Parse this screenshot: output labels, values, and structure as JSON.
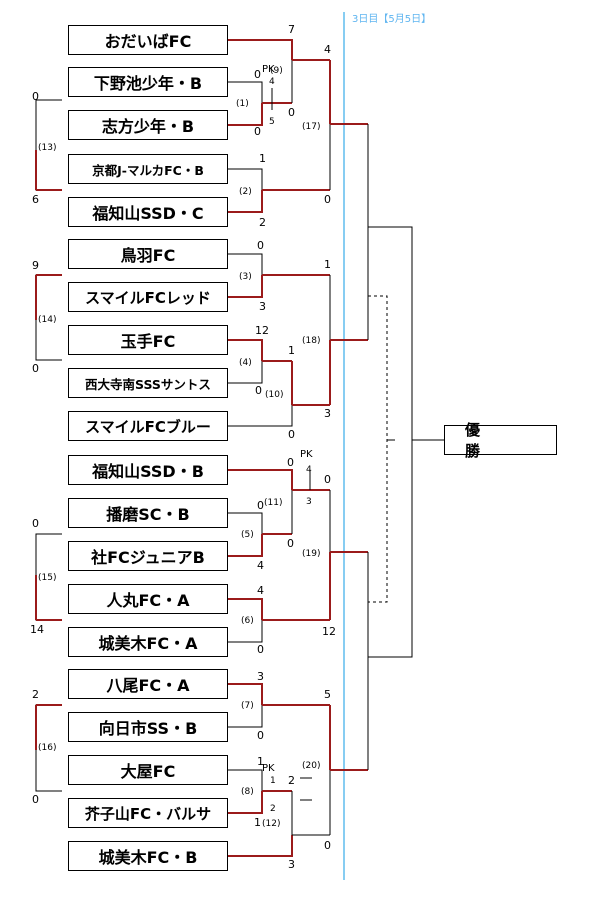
{
  "day_label": "3日目【5月5日】",
  "champion_label": "優　勝",
  "teams": [
    "おだいばFC",
    "下野池少年・B",
    "志方少年・B",
    "京都J-マルカFC・B",
    "福知山SSD・C",
    "鳥羽FC",
    "スマイルFCレッド",
    "玉手FC",
    "西大寺南SSSサントス",
    "スマイルFCブルー",
    "福知山SSD・B",
    "播磨SC・B",
    "社FCジュニアB",
    "人丸FC・A",
    "城美木FC・A",
    "八尾FC・A",
    "向日市SS・B",
    "大屋FC",
    "芥子山FC・バルサ",
    "城美木FC・B"
  ],
  "match_numbers": [
    "(1)",
    "(2)",
    "(3)",
    "(4)",
    "(5)",
    "(6)",
    "(7)",
    "(8)",
    "(9)",
    "(10)",
    "(11)",
    "(12)",
    "(13)",
    "(14)",
    "(15)",
    "(16)",
    "(17)",
    "(18)",
    "(19)",
    "(20)"
  ],
  "scores": {
    "m1": [
      "0",
      "0"
    ],
    "m9": [
      "7",
      "0"
    ],
    "m9_pk": [
      "PK",
      "4",
      "5"
    ],
    "m2": [
      "1",
      "2"
    ],
    "m17": [
      "4",
      "0"
    ],
    "m3": [
      "0",
      "3"
    ],
    "m4": [
      "12",
      "0"
    ],
    "m10": [
      "1",
      "0"
    ],
    "m18": [
      "1",
      "3"
    ],
    "m11": [
      "0",
      "0"
    ],
    "m11_top": [
      "0",
      "0"
    ],
    "m11_pk": [
      "PK",
      "4",
      "3"
    ],
    "m5": [
      "0",
      "4"
    ],
    "m6": [
      "4",
      "0"
    ],
    "m19": [
      "0",
      "12"
    ],
    "m7": [
      "3",
      "0"
    ],
    "m8": [
      "1",
      "1"
    ],
    "m12": [
      "2",
      "3"
    ],
    "m12_pk": [
      "PK",
      "1",
      "2"
    ],
    "m20": [
      "5",
      "0"
    ],
    "m13": [
      "0",
      "6"
    ],
    "m14": [
      "9",
      "0"
    ],
    "m15": [
      "0",
      "14"
    ],
    "m16": [
      "2",
      "0"
    ]
  }
}
